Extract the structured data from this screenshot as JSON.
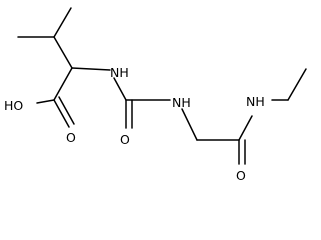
{
  "molecule": {
    "atoms": {
      "hydroxyl": "HO",
      "carboxyl_oxygen": "O",
      "amine_1": "NH",
      "urea_oxygen": "O",
      "amine_2": "NH",
      "amine_3": "NH",
      "amide_oxygen": "O"
    }
  },
  "colors": {
    "bond": "#000000",
    "label": "#000000",
    "background": "#ffffff"
  }
}
